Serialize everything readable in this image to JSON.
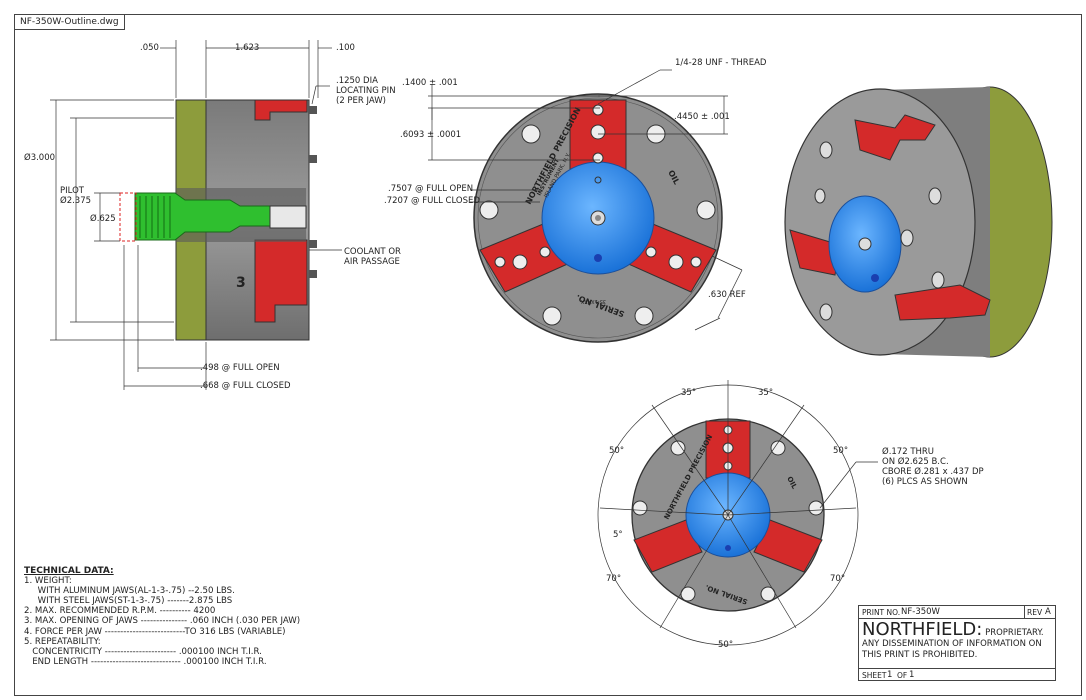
{
  "file_tab": "NF-350W-Outline.dwg",
  "side_view": {
    "dims": {
      "d050": ".050",
      "d1623": "1.623",
      "d100": ".100",
      "pin": ".1250 DIA\nLOCATING PIN\n(2 PER JAW)",
      "dia3": "Ø3.000",
      "pilot": "PILOT\nØ2.375",
      "dia625": "Ø.625",
      "coolant": "COOLANT OR\nAIR PASSAGE",
      "open": ".498 @ FULL OPEN",
      "closed": ".668 @ FULL CLOSED"
    },
    "jaw_number": "3"
  },
  "front_view": {
    "thread": "1/4-28 UNF - THREAD",
    "d1400": ".1400 ± .001",
    "d4450": ".4450 ± .001",
    "d6093": ".6093 ± .0001",
    "d7507": ".7507 @ FULL OPEN",
    "d7207": ".7207 @ FULL CLOSED",
    "d630": ".630 REF",
    "engrave_1": "NORTHFIELD PRECISION",
    "engrave_2": "INSTRUMENT",
    "engrave_3": "ISLAND PARK, N.Y.",
    "oil": "OIL",
    "serial_no": "SERIAL NO.",
    "serial_val": "35-1XXXX"
  },
  "bolt_view": {
    "a35l": "35°",
    "a35r": "35°",
    "a50l": "50°",
    "a50r": "50°",
    "a5": "5°",
    "a70l": "70°",
    "a70r": "70°",
    "a50b": "50°",
    "holes": "Ø.172 THRU\nON Ø2.625 B.C.\nCBORE Ø.281 x .437 DP\n(6) PLCS AS SHOWN"
  },
  "technical_data": {
    "title": "TECHNICAL DATA:",
    "lines": [
      "1. WEIGHT:",
      "     WITH ALUMINUM JAWS(AL-1-3-.75) --2.50 LBS.",
      "     WITH STEEL JAWS(ST-1-3-.75) -------2.875 LBS",
      "2. MAX. RECOMMENDED R.P.M. ---------- 4200",
      "3. MAX. OPENING OF JAWS --------------- .060 INCH (.030 PER JAW)",
      "4. FORCE PER JAW --------------------------TO 316 LBS (VARIABLE)",
      "5. REPEATABILITY:",
      "   CONCENTRICITY ----------------------- .000100 INCH T.I.R.",
      "   END LENGTH ----------------------------- .000100 INCH T.I.R."
    ]
  },
  "title_block": {
    "print_no_label": "PRINT NO.",
    "print_no": "NF-350W",
    "rev_label": "REV",
    "rev": "A",
    "brand": "NORTHFIELD:",
    "desc_rest": "PROPRIETARY. ANY DISSEMINATION OF INFORMATION ON THIS PRINT IS PROHIBITED.",
    "sheet_label": "SHEET",
    "sheet": "1",
    "of_label": "OF",
    "of": "1"
  },
  "colors": {
    "body": "#8a8a8a",
    "jaw": "#d42a2a",
    "hub": "#2f8cf0",
    "base": "#8a9a3a",
    "green": "#2fbf2f"
  }
}
